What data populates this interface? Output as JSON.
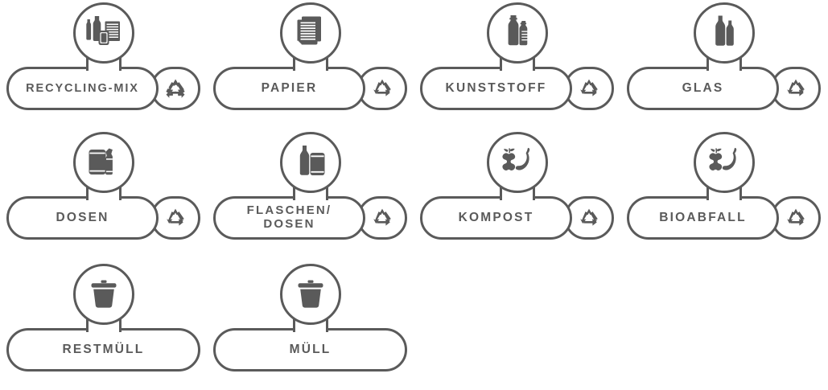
{
  "page": {
    "title": "Abfalltrennung Schilder",
    "stroke_color": "#5a5a5a",
    "background_color": "#ffffff",
    "icon_fill": "#5a5a5a"
  },
  "signs": [
    {
      "id": "recycling-mix",
      "label": "RECYCLING-MIX",
      "icon": "bottles-and-newspaper-icon",
      "has_recycle_mark": true,
      "recycle_mark": "recycling-loop-icon",
      "row": 1
    },
    {
      "id": "papier",
      "label": "PAPIER",
      "icon": "paper-stack-icon",
      "has_recycle_mark": true,
      "recycle_mark": "recycling-loop-icon",
      "row": 1
    },
    {
      "id": "kunststoff",
      "label": "KUNSTSTOFF",
      "icon": "plastic-bottles-icon",
      "has_recycle_mark": true,
      "recycle_mark": "recycling-loop-icon",
      "row": 1
    },
    {
      "id": "glas",
      "label": "GLAS",
      "icon": "glass-bottles-icon",
      "has_recycle_mark": true,
      "recycle_mark": "recycling-loop-icon",
      "row": 1
    },
    {
      "id": "dosen",
      "label": "DOSEN",
      "icon": "cans-icon",
      "has_recycle_mark": true,
      "recycle_mark": "recycling-loop-icon",
      "row": 2
    },
    {
      "id": "flaschen-dosen",
      "label": "FLASCHEN/\nDOSEN",
      "icon": "bottle-and-can-icon",
      "has_recycle_mark": true,
      "recycle_mark": "recycling-loop-icon",
      "row": 2
    },
    {
      "id": "kompost",
      "label": "KOMPOST",
      "icon": "apple-core-banana-peel-icon",
      "has_recycle_mark": true,
      "recycle_mark": "recycling-loop-icon",
      "row": 2
    },
    {
      "id": "bioabfall",
      "label": "BIOABFALL",
      "icon": "apple-core-banana-peel-icon",
      "has_recycle_mark": true,
      "recycle_mark": "recycling-loop-icon",
      "row": 2
    },
    {
      "id": "restmuell",
      "label": "RESTMÜLL",
      "icon": "trash-bin-icon",
      "has_recycle_mark": false,
      "recycle_mark": "",
      "row": 3
    },
    {
      "id": "muell",
      "label": "MÜLL",
      "icon": "trash-bin-icon",
      "has_recycle_mark": false,
      "recycle_mark": "",
      "row": 3
    }
  ]
}
